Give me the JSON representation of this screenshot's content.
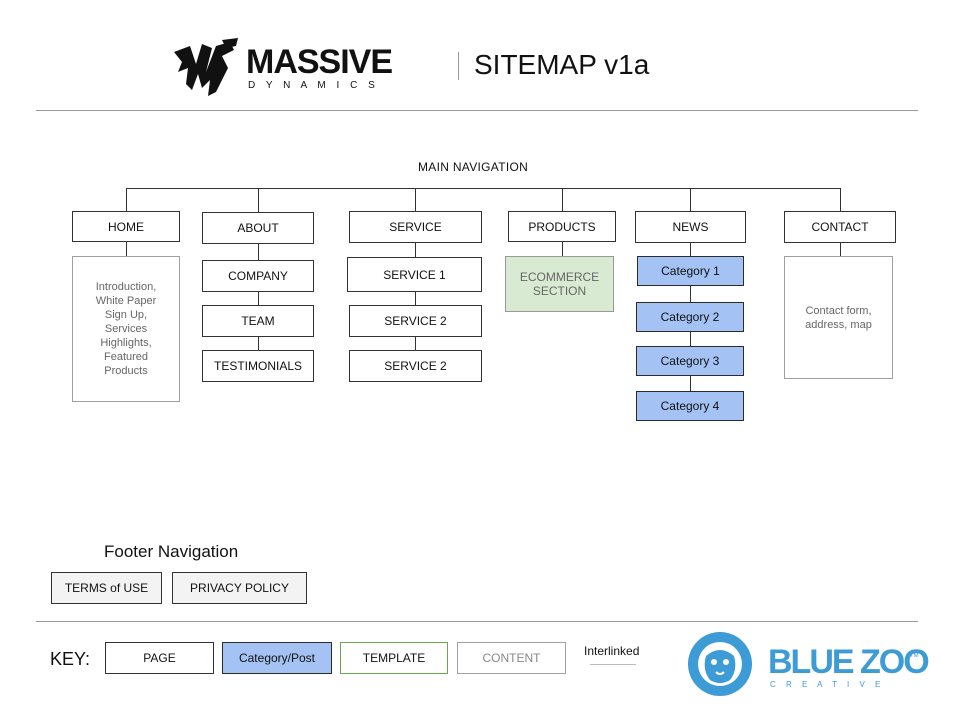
{
  "header": {
    "logo_main": "MASSIVE",
    "logo_sub": "D Y N A M I C S",
    "title": "SITEMAP v1a"
  },
  "main_nav_label": "MAIN NAVIGATION",
  "nav": {
    "home": "HOME",
    "about": "ABOUT",
    "service": "SERVICE",
    "products": "PRODUCTS",
    "news": "NEWS",
    "contact": "CONTACT"
  },
  "home_content": "Introduction, White Paper Sign Up, Services Highlights, Featured Products",
  "about_children": [
    "COMPANY",
    "TEAM",
    "TESTIMONIALS"
  ],
  "service_children": [
    "SERVICE 1",
    "SERVICE 2",
    "SERVICE 2"
  ],
  "products_template": "ECOMMERCE SECTION",
  "news_categories": [
    "Category 1",
    "Category 2",
    "Category 3",
    "Category 4"
  ],
  "contact_content": "Contact form, address, map",
  "footer": {
    "title": "Footer Navigation",
    "items": [
      "TERMS of USE",
      "PRIVACY POLICY"
    ]
  },
  "key": {
    "label": "KEY:",
    "page": "PAGE",
    "category": "Category/Post",
    "template": "TEMPLATE",
    "content": "CONTENT",
    "interlinked": "Interlinked"
  },
  "bluezoo": {
    "name": "BLUE ZOO",
    "sub": "C R E A T I V E",
    "tm": "TM"
  },
  "colors": {
    "category_fill": "#a4c2f4",
    "template_border": "#6aa84f",
    "template_fill": "#d9ead3",
    "bluezoo_blue": "#3d9bd6"
  }
}
